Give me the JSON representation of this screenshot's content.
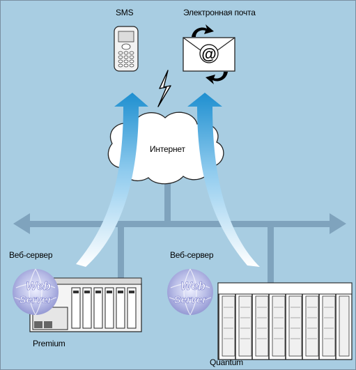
{
  "labels": {
    "sms": "SMS",
    "email": "Электронная почта",
    "internet": "Интернет",
    "webserver_left": "Веб-сервер",
    "webserver_right": "Веб-сервер",
    "premium": "Premium",
    "quantum": "Quantum"
  },
  "badges": {
    "left": {
      "word1": "Web",
      "word2": "Server"
    },
    "right": {
      "word1": "Web",
      "word2": "Server"
    }
  },
  "icons": {
    "phone": "mobile-phone-icon",
    "email": "envelope-at-icon",
    "lightning": "lightning-bolt-icon"
  },
  "colors": {
    "background": "#a8cde2",
    "network_bus": "#7fa3bd",
    "arrow_top": "#1e8fd0",
    "arrow_bottom": "#ffffff",
    "cloud_fill": "#ffffff",
    "badge_tint": "#6b6fc6"
  }
}
